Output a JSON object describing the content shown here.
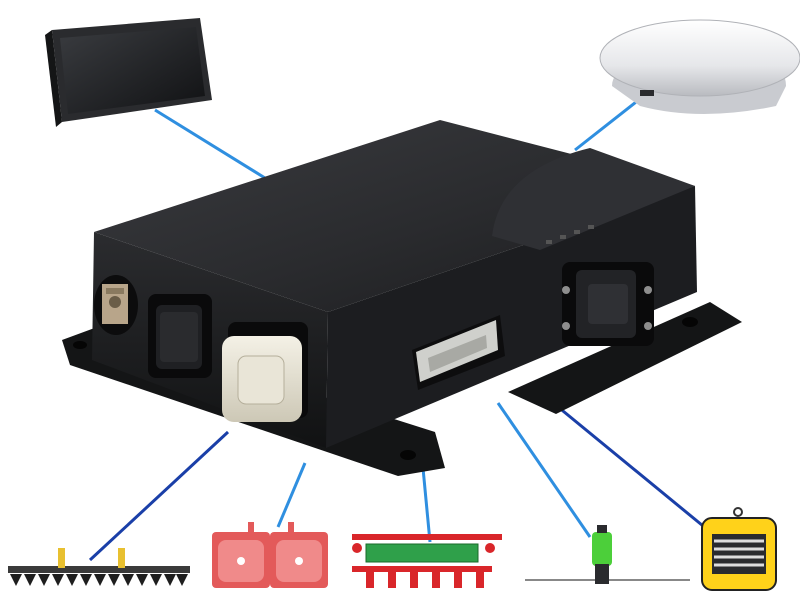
{
  "scene": {
    "central_unit": "control-box",
    "connected_devices": [
      "display-monitor",
      "gps-antenna",
      "tine-harrow-implement",
      "twin-fertilizer-spreader",
      "seed-drill",
      "field-sprayer",
      "round-baler"
    ]
  },
  "colors": {
    "cable_blue": "#2f8fe0",
    "cable_dark_blue": "#1a3fa8",
    "housing": "#202124",
    "spreader_red": "#e35a5a",
    "drill_red": "#d9262a",
    "drill_green": "#2fa04a",
    "sprayer_green": "#4ccf3a",
    "baler_yellow": "#ffd21a",
    "harrow_yellow": "#e8c030"
  },
  "icons": [
    "monitor-icon",
    "gps-dome-icon",
    "harrow-icon",
    "spreader-icon",
    "seed-drill-icon",
    "sprayer-icon",
    "baler-icon"
  ]
}
